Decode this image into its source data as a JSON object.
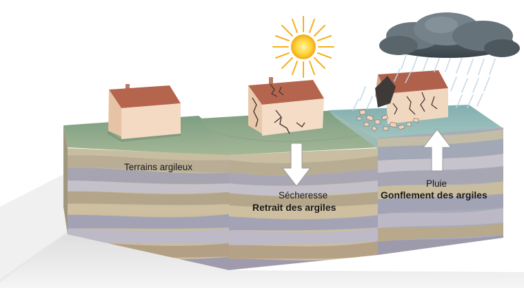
{
  "panels": [
    {
      "label": "Terrains argileux",
      "condition": "",
      "effect": ""
    },
    {
      "label": "Sécheresse",
      "condition": "",
      "effect": "Retrait des argiles"
    },
    {
      "label": "Pluie",
      "condition": "",
      "effect": "Gonflement des argiles"
    }
  ],
  "icons": {
    "weather_dry": "sun-icon",
    "weather_wet": "rain-cloud-icon",
    "arrow_down": "arrow-down-icon",
    "arrow_up": "arrow-up-icon"
  },
  "colors": {
    "grass": "#8aa98a",
    "wet_surface": "#8fb7b5",
    "clay_light": "#cfc3a4",
    "clay_blue": "#a6a7b6",
    "house_wall": "#f2d7c0",
    "roof": "#b5654e"
  }
}
